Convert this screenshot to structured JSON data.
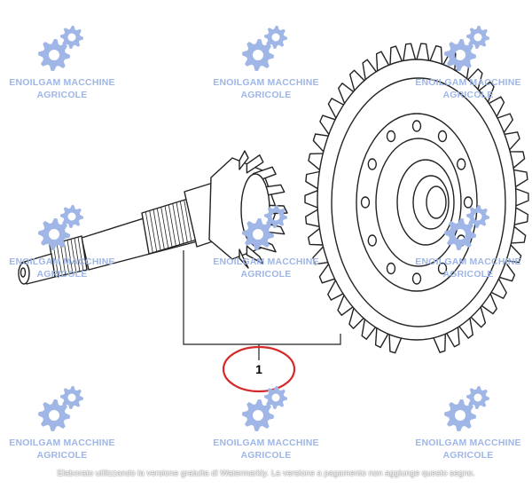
{
  "watermark": {
    "line1": "ENOILGAM MACCHINE",
    "line2": "AGRICOLE",
    "color": "#9fb6e6",
    "icon": "gears-icon"
  },
  "callout": {
    "number": "1",
    "circle_color": "#d42a2a"
  },
  "footer": {
    "notice": "Elaborato utilizzando la versione gratuita di Watermarkly. La versione a pagamento non aggiunge questo segno."
  }
}
